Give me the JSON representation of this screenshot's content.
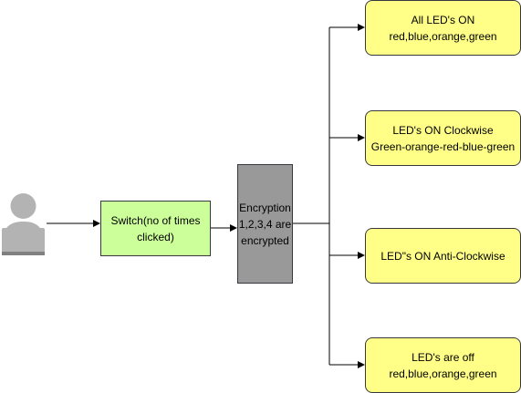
{
  "switch": {
    "line1": "Switch(no of times",
    "line2": "clicked)"
  },
  "encryption": {
    "line1": "Encryption",
    "line2": "1,2,3,4 are",
    "line3": "encrypted"
  },
  "outputs": [
    {
      "line1": "All LED's ON",
      "line2": "red,blue,orange,green"
    },
    {
      "line1": "LED's ON Clockwise",
      "line2": "Green-orange-red-blue-green"
    },
    {
      "line1": "LED\"s ON Anti-Clockwise",
      "line2": ""
    },
    {
      "line1": "LED's are off",
      "line2": "red,blue,orange,green"
    }
  ],
  "icons": {
    "user": "user-icon"
  },
  "colors": {
    "switch": "#ccff99",
    "encryption": "#999999",
    "output": "#ffff88"
  }
}
